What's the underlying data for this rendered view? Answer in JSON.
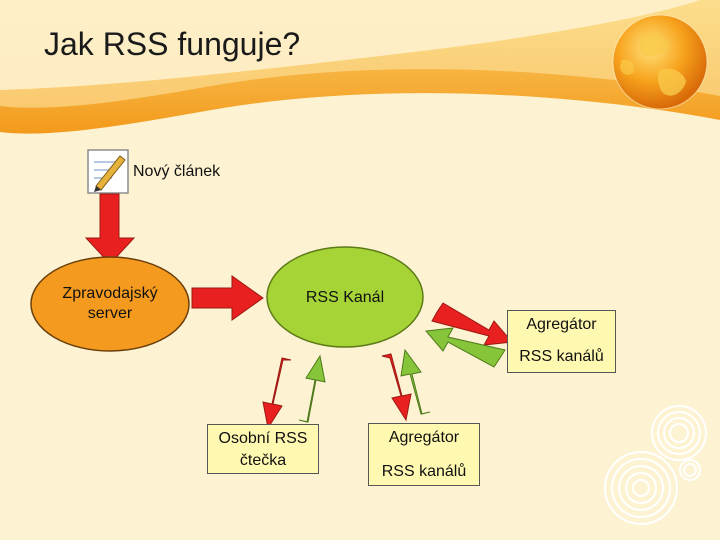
{
  "slide": {
    "title": "Jak RSS funguje?"
  },
  "nodes": {
    "new_article": "Nový článek",
    "news_server_line1": "Zpravodajský",
    "news_server_line2": "server",
    "rss_channel": "RSS Kanál",
    "aggregator_right_line1": "Agregátor",
    "aggregator_right_line2": "RSS kanálů",
    "personal_reader_line1": "Osobní RSS",
    "personal_reader_line2": "čtečka",
    "aggregator_bottom_line1": "Agregátor",
    "aggregator_bottom_line2": "RSS kanálů"
  },
  "colors": {
    "header_orange": "#f39a1c",
    "server_fill": "#f49a1f",
    "channel_fill": "#a6d437",
    "push_arrow": "#e8201f",
    "pull_arrow": "#86c53a",
    "box_fill": "#fff8b0"
  },
  "icons": {
    "article": "document-pencil-icon",
    "globe": "globe-icon"
  }
}
